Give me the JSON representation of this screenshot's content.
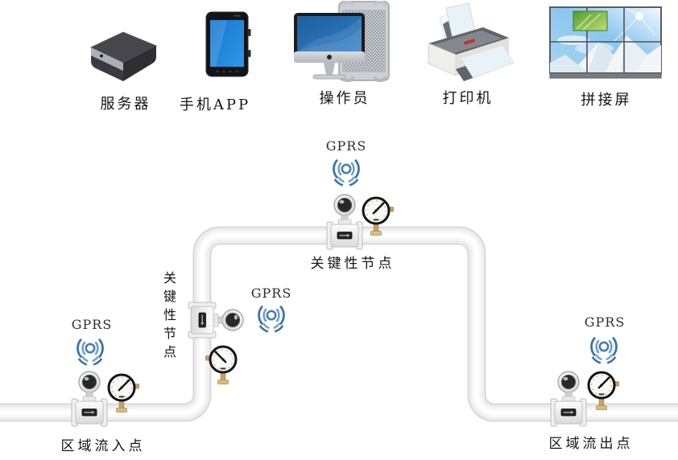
{
  "devices": {
    "server": {
      "label": "服务器"
    },
    "mobile": {
      "label": "手机APP"
    },
    "operator": {
      "label": "操作员"
    },
    "printer": {
      "label": "打印机"
    },
    "video_wall": {
      "label": "拼接屏"
    }
  },
  "pipeline": {
    "top_node": {
      "network": "GPRS",
      "label": "关键性节点"
    },
    "mid_node": {
      "network": "GPRS",
      "label": "关键性节点"
    },
    "inflow": {
      "network": "GPRS",
      "label": "区域流入点"
    },
    "outflow": {
      "network": "GPRS",
      "label": "区域流出点"
    }
  },
  "icons": {
    "server": "server-icon",
    "mobile": "smartphone-icon",
    "operator": "desktop-computer-icon",
    "printer": "printer-icon",
    "video_wall": "video-wall-icon",
    "wireless": "wireless-signal-icon",
    "flow_meter": "flow-meter-icon",
    "pressure_gauge": "pressure-gauge-icon"
  },
  "colors": {
    "signal_blue": "#3c74ac",
    "pipe_edge": "#d8d8d8",
    "pipe_fill": "#f6f6f6",
    "screen_blue": "#2186d8",
    "gauge_brass": "#c9a063",
    "label_text": "#141414"
  }
}
